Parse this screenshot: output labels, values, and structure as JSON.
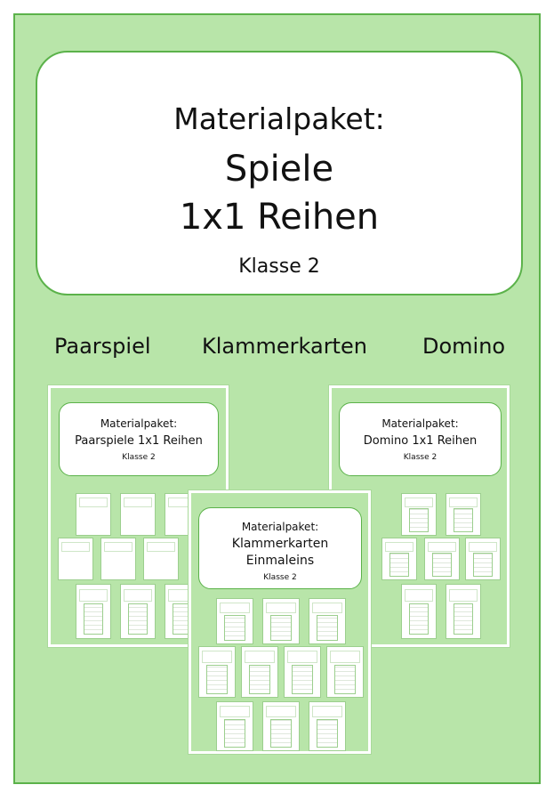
{
  "header": {
    "line1": "Materialpaket:",
    "line2": "Spiele",
    "line3": "1x1 Reihen",
    "line4": "Klasse 2"
  },
  "labels": [
    "Paarspiel",
    "Klammerkarten",
    "Domino"
  ],
  "thumbnails": {
    "paarspiel": {
      "line1": "Materialpaket:",
      "line2": "Paarspiele   1x1 Reihen",
      "line3": "Klasse 2"
    },
    "domino": {
      "line1": "Materialpaket:",
      "line2": "Domino  1x1 Reihen",
      "line3": "Klasse 2"
    },
    "klammerkarten": {
      "line1": "Materialpaket:",
      "line2": "Klammerkarten",
      "line3": "Einmaleins",
      "line4": "Klasse 2"
    }
  },
  "colors": {
    "background": "#b8e5a9",
    "border": "#5bb24a"
  }
}
